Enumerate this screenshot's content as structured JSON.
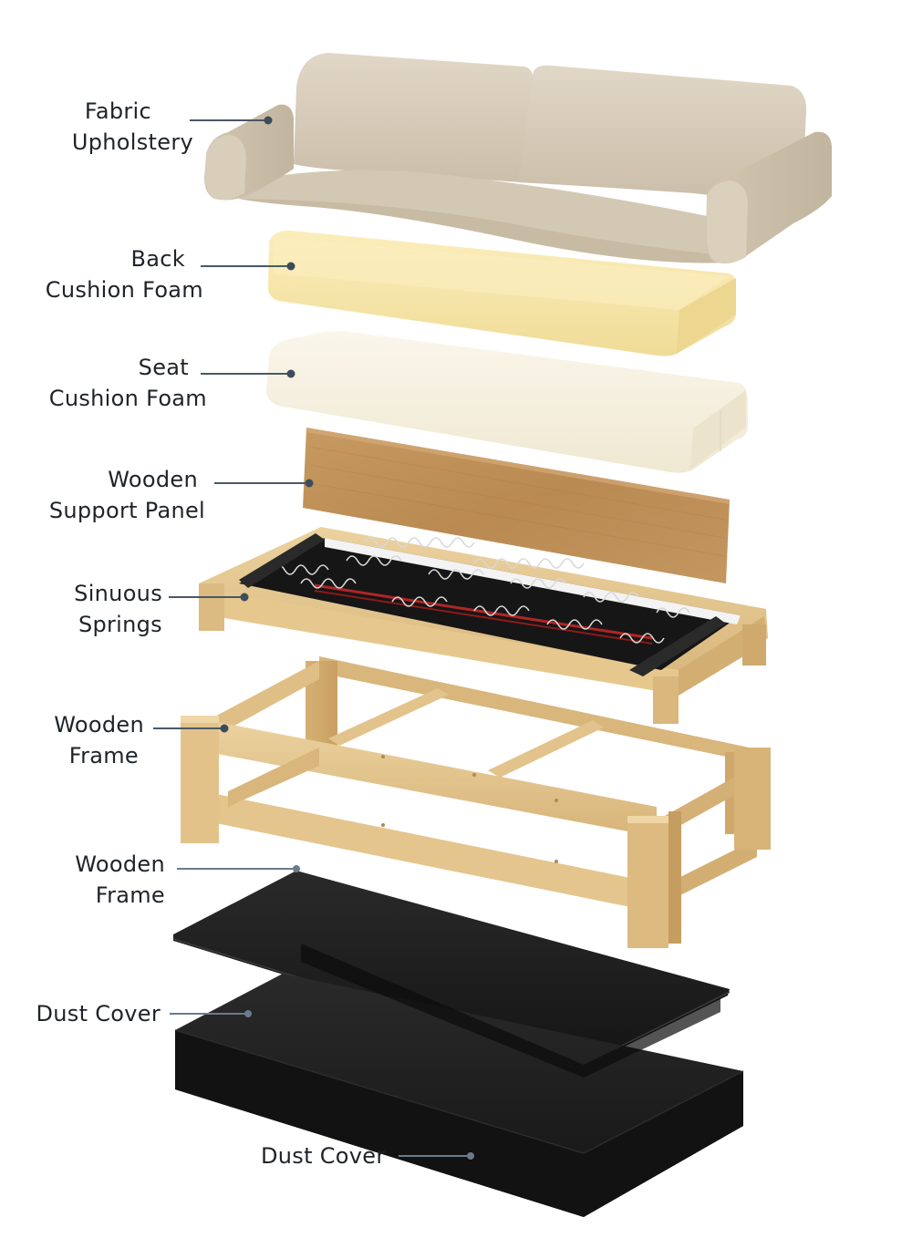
{
  "diagram": {
    "type": "exploded-view",
    "subject": "Sofa construction layers",
    "colors": {
      "background": "#ffffff",
      "label_text": "#1f2328",
      "leader_line": "#4a5866",
      "leader_dot": "#3d4c5a",
      "fabric": "#d8cdbb",
      "back_foam": "#f5e4a6",
      "seat_foam": "#f4eedc",
      "support_panel": "#b88a52",
      "frame_wood": "#e2c48d",
      "springs_base": "#151515",
      "spring_wire": "#cfcfcf",
      "spring_strap": "#a32020",
      "dust_cover": "#1c1c1c"
    },
    "labels": [
      {
        "id": "fabric-upholstery",
        "lines": [
          "Fabric",
          "Upholstery"
        ]
      },
      {
        "id": "back-cushion-foam",
        "lines": [
          "Back",
          "Cushion Foam"
        ]
      },
      {
        "id": "seat-cushion-foam",
        "lines": [
          "Seat",
          "Cushion Foam"
        ]
      },
      {
        "id": "wooden-support-panel",
        "lines": [
          "Wooden",
          "Support Panel"
        ]
      },
      {
        "id": "sinuous-springs",
        "lines": [
          "Sinuous",
          "Springs"
        ]
      },
      {
        "id": "wooden-frame-1",
        "lines": [
          "Wooden",
          "Frame"
        ]
      },
      {
        "id": "wooden-frame-2",
        "lines": [
          "Wooden",
          "Frame"
        ]
      },
      {
        "id": "dust-cover-1",
        "lines": [
          "Dust Cover"
        ]
      },
      {
        "id": "dust-cover-2",
        "lines": [
          "Dust Cover"
        ]
      }
    ],
    "components": [
      "Fabric Upholstery shell",
      "Back Cushion Foam block",
      "Seat Cushion Foam block",
      "Wooden Support Panel",
      "Sinuous Springs deck in wooden tray",
      "Wooden Frame base",
      "Dust Cover sheet",
      "Dust Cover base pad"
    ]
  }
}
